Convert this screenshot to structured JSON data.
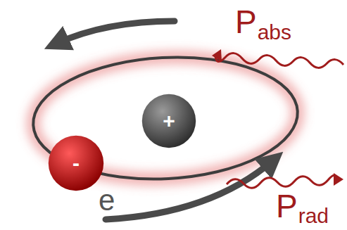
{
  "diagram": {
    "nodes": [
      {
        "text": [
          "+"
        ]
      },
      {
        "text": [
          "-"
        ]
      }
    ],
    "labels": [
      "e",
      "P",
      "abs",
      "P",
      "rad"
    ]
  }
}
